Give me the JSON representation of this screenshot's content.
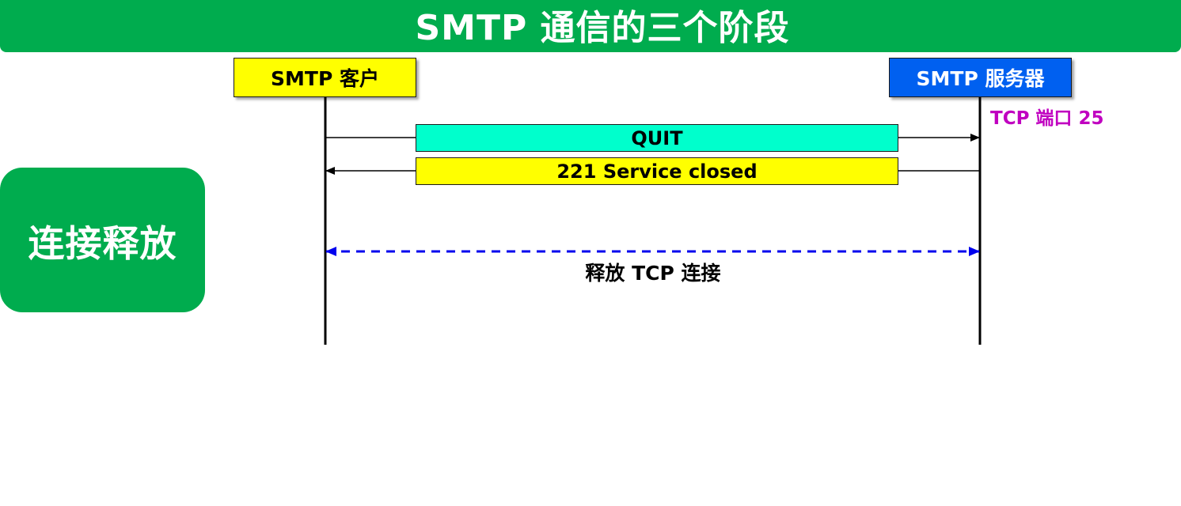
{
  "title": "SMTP 通信的三个阶段",
  "phase": "连接释放",
  "actors": {
    "client": "SMTP 客户",
    "server": "SMTP 服务器"
  },
  "server_port": "TCP 端口 25",
  "messages": [
    {
      "label": "QUIT",
      "direction": "client-to-server",
      "color": "#00ffcc"
    },
    {
      "label": "221 Service closed",
      "direction": "server-to-client",
      "color": "#ffff00"
    }
  ],
  "release": {
    "label": "释放 TCP 连接",
    "style": "dashed bidirectional",
    "color": "#0000ee"
  },
  "colors": {
    "title_bar": "#00ac4e",
    "client_box": "#ffff00",
    "server_box": "#0060f0",
    "port_text": "#c000c0"
  }
}
